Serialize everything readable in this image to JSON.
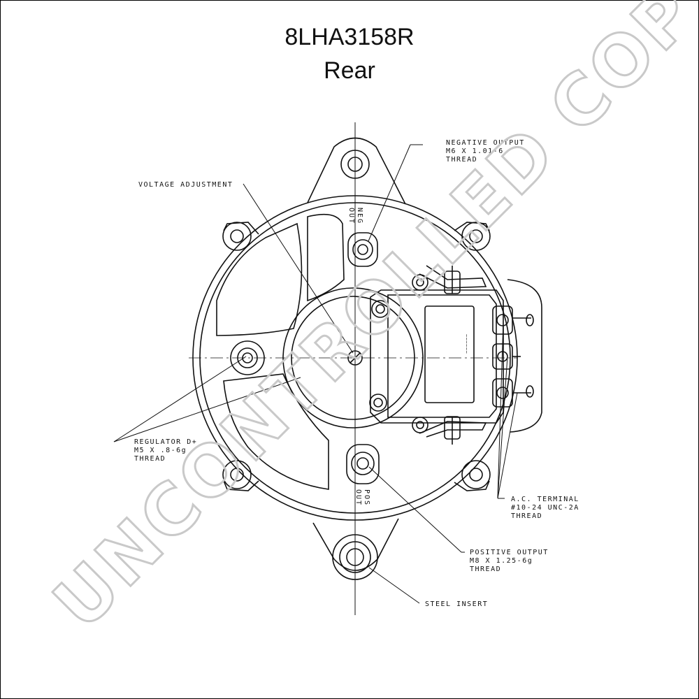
{
  "title": {
    "part_number": "8LHA3158R",
    "view": "Rear"
  },
  "watermark": "UNCONTROLLED COPY",
  "labels": {
    "voltage_adjustment": "VOLTAGE ADJUSTMENT",
    "negative_output": [
      "NEGATIVE OUTPUT",
      "M6 X 1.01-6",
      "THREAD"
    ],
    "regulator_d_plus": [
      "REGULATOR D+",
      "M5 X .8-6g",
      "THREAD"
    ],
    "ac_terminal": [
      "A.C. TERMINAL",
      "#10-24 UNC-2A",
      "THREAD"
    ],
    "positive_output": [
      "POSITIVE OUTPUT",
      "M8 X 1.25-6g",
      "THREAD"
    ],
    "steel_insert": "STEEL INSERT"
  },
  "terminal_marks": {
    "neg_top": "NEG",
    "out_top": "OUT",
    "pos_bottom": "POS",
    "out_bottom": "OUT"
  },
  "colors": {
    "line": "#111111",
    "watermark": "#c9c9c9",
    "background": "#ffffff"
  }
}
